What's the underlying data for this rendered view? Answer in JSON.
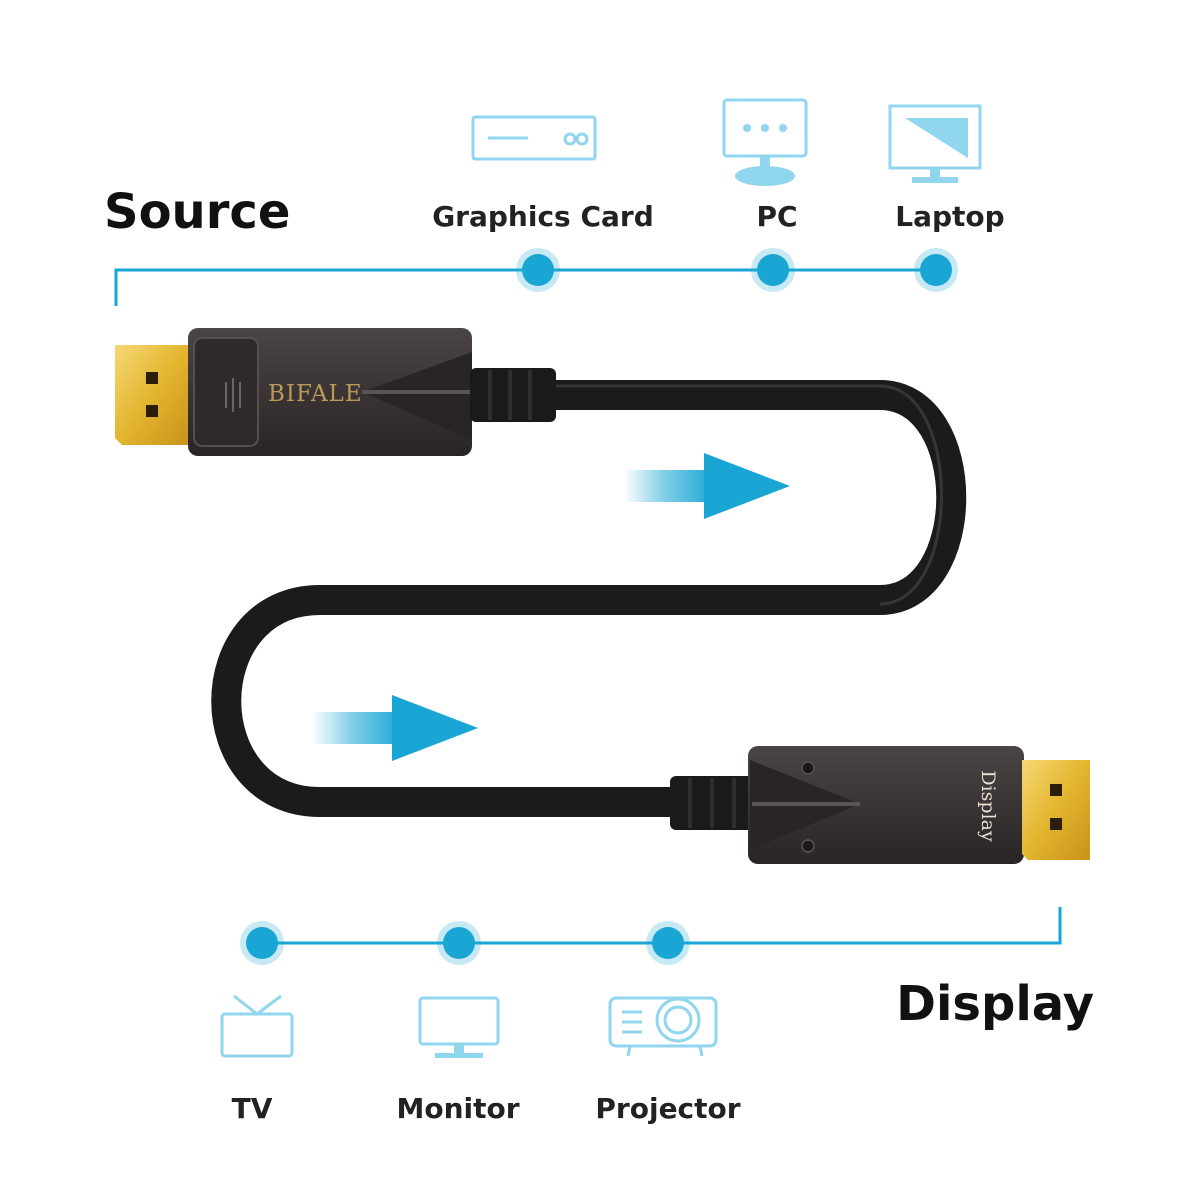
{
  "colors": {
    "accent": "#1aa6d4",
    "icon": "#8fd6ee",
    "cable": "#1b1b1b",
    "plug_body": "#3b3636",
    "gold": "#e3b52f"
  },
  "source": {
    "heading": "Source",
    "devices": [
      {
        "label": "Graphics Card",
        "icon": "graphics-card-icon"
      },
      {
        "label": "PC",
        "icon": "pc-icon"
      },
      {
        "label": "Laptop",
        "icon": "laptop-icon"
      }
    ]
  },
  "display": {
    "heading": "Display",
    "devices": [
      {
        "label": "TV",
        "icon": "tv-icon"
      },
      {
        "label": "Monitor",
        "icon": "monitor-icon"
      },
      {
        "label": "Projector",
        "icon": "projector-icon"
      }
    ]
  },
  "cable": {
    "brand": "BIFALE",
    "end_label": "Display"
  }
}
